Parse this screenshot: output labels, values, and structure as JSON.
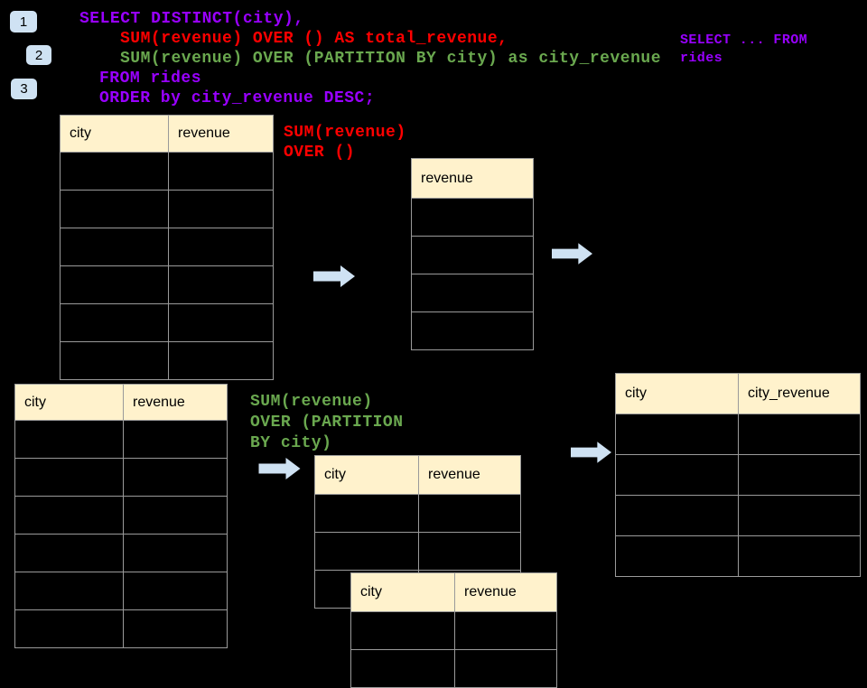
{
  "steps": {
    "badge1": "1",
    "badge2": "2",
    "badge3": "3"
  },
  "sql": {
    "line1": "SELECT DISTINCT(city),",
    "line2": "SUM(revenue) OVER () AS total_revenue,",
    "line3": "SUM(revenue) OVER (PARTITION BY city) as city_revenue",
    "line4": "FROM rides",
    "line5": "ORDER by city_revenue DESC;"
  },
  "side_note": {
    "line1": "SELECT ... FROM",
    "line2": "rides"
  },
  "annotations": {
    "total_fn": {
      "line1": "SUM(revenue)",
      "line2": "OVER ()"
    },
    "partition_fn": {
      "line1": "SUM(revenue)",
      "line2": "OVER (PARTITION",
      "line3": "BY city)"
    }
  },
  "tables": {
    "source_total": {
      "headers": [
        "city",
        "revenue"
      ],
      "rows": 6
    },
    "total_result": {
      "headers": [
        "revenue"
      ],
      "rows": 4
    },
    "source_partition": {
      "headers": [
        "city",
        "revenue"
      ],
      "rows": 6
    },
    "partition_group_a": {
      "headers": [
        "city",
        "revenue"
      ],
      "rows": 3
    },
    "partition_group_b": {
      "headers": [
        "city",
        "revenue"
      ],
      "rows": 2
    },
    "final_result": {
      "headers": [
        "city",
        "city_revenue"
      ],
      "rows": 4
    }
  },
  "colors": {
    "purple": "#9900ff",
    "red": "#ff0000",
    "green": "#6aa84f",
    "header_fill": "#fff2cc",
    "arrow_fill": "#cfe2f3",
    "badge_fill": "#cfe2f3",
    "table_border": "#9a9a9a",
    "background": "#000000"
  }
}
